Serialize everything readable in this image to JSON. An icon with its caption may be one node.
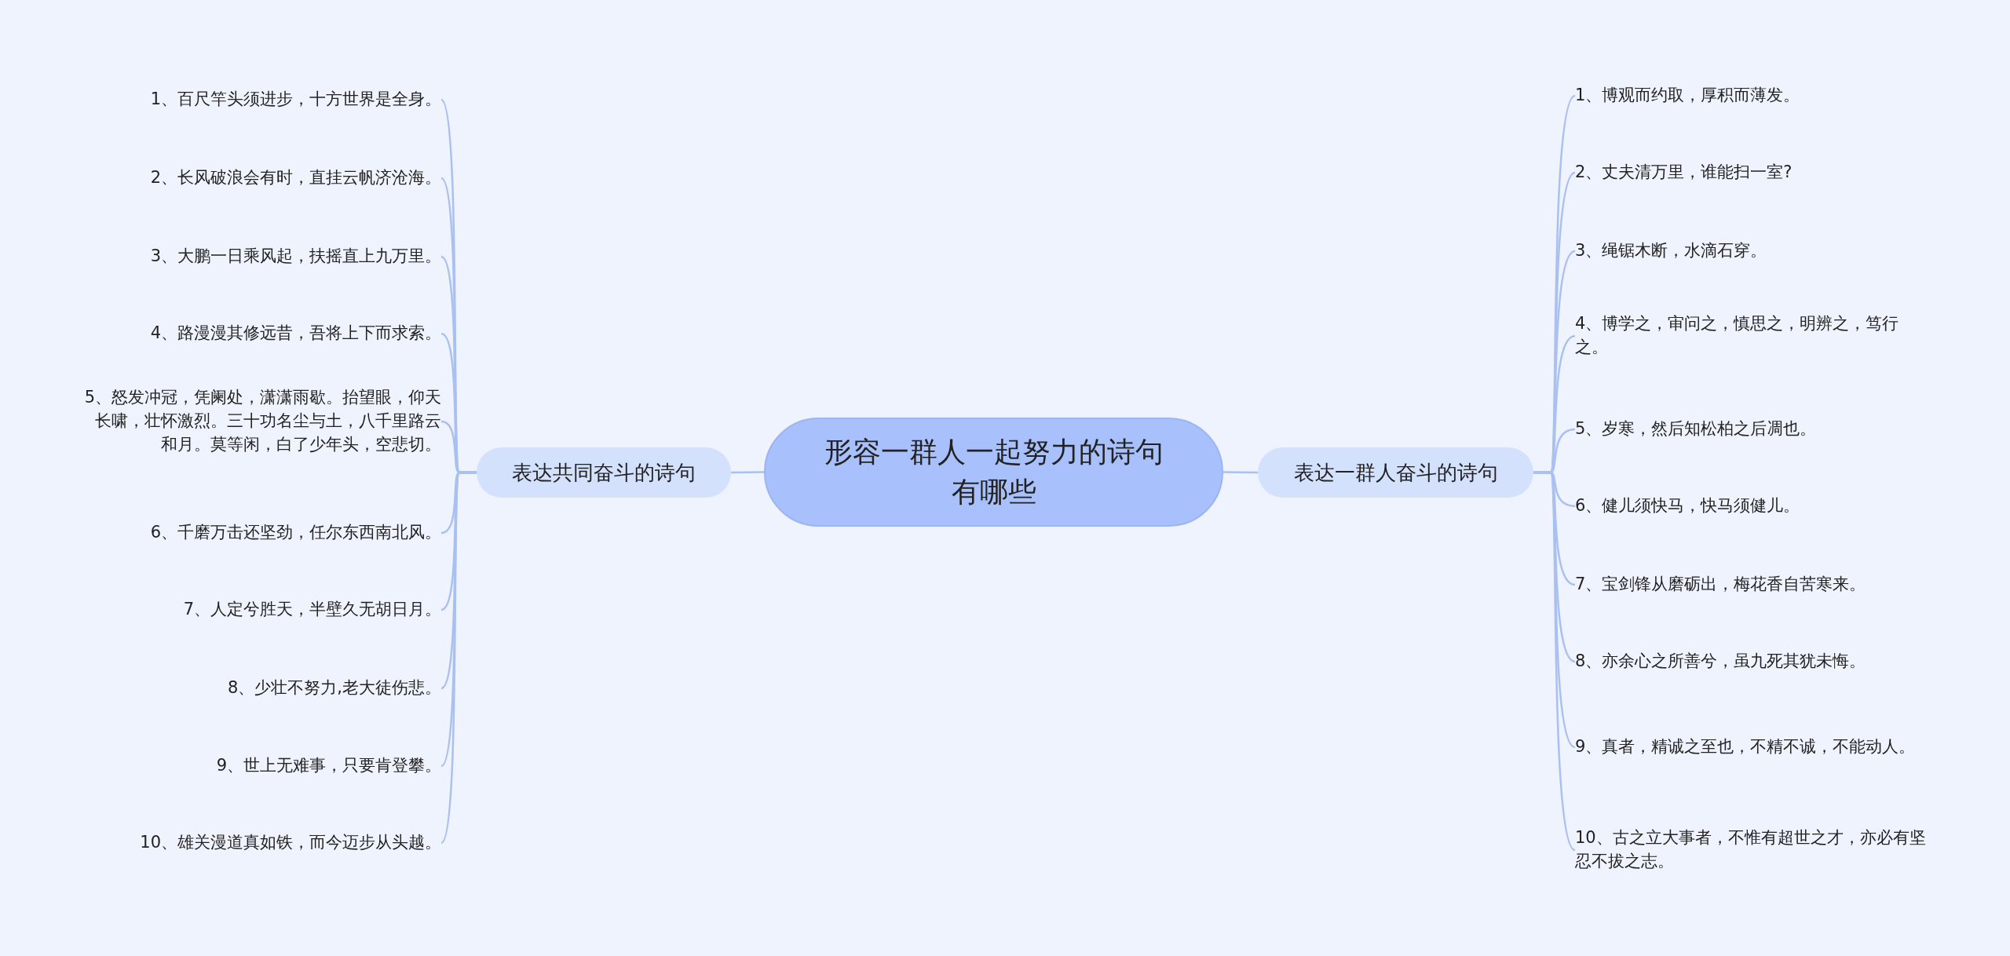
{
  "diagram": {
    "nodes": [
      {
        "text": [
          "形容一群人一起努力的诗句有哪些"
        ]
      },
      {
        "text": [
          "表达共同奋斗的诗句"
        ]
      },
      {
        "text": [
          "1、百尺竿头须进步，十方世界是全身。"
        ]
      },
      {
        "text": [
          "2、长风破浪会有时，直挂云帆济沧海。"
        ]
      },
      {
        "text": [
          "3、大鹏一日乘风起，扶摇直上九万里。"
        ]
      },
      {
        "text": [
          "4、路漫漫其修远昔，吾将上下而求索。"
        ]
      },
      {
        "text": [
          "5、怒发冲冠，凭阑处，潇潇雨歇。抬望眼，仰天长啸，壮怀激烈。三十功名尘与土，八千里路云和月。莫等闲，白了少年头，空悲切。"
        ]
      },
      {
        "text": [
          "6、千磨万击还坚劲，任尔东西南北风。"
        ]
      },
      {
        "text": [
          "7、人定兮胜天，半壁久无胡日月。"
        ]
      },
      {
        "text": [
          "8、少壮不努力,老大徒伤悲。"
        ]
      },
      {
        "text": [
          "9、世上无难事，只要肯登攀。"
        ]
      },
      {
        "text": [
          "10、雄关漫道真如铁，而今迈步从头越。"
        ]
      },
      {
        "text": [
          "表达一群人奋斗的诗句"
        ]
      },
      {
        "text": [
          "1、博观而约取，厚积而薄发。"
        ]
      },
      {
        "text": [
          "2、丈夫清万里，谁能扫一室?"
        ]
      },
      {
        "text": [
          "3、绳锯木断，水滴石穿。"
        ]
      },
      {
        "text": [
          "4、博学之，审问之，慎思之，明辨之，笃行之。"
        ]
      },
      {
        "text": [
          "5、岁寒，然后知松柏之后凋也。"
        ]
      },
      {
        "text": [
          "6、健儿须快马，快马须健儿。"
        ]
      },
      {
        "text": [
          "7、宝剑锋从磨砺出，梅花香自苦寒来。"
        ]
      },
      {
        "text": [
          "8、亦余心之所善兮，虽九死其犹未悔。"
        ]
      },
      {
        "text": [
          "9、真者，精诚之至也，不精不诚，不能动人。"
        ]
      },
      {
        "text": [
          "10、古之立大事者，不惟有超世之才，亦必有坚忍不拔之志。"
        ]
      }
    ],
    "edges": [
      {
        "from": 0,
        "to": 1,
        "arrow": "none"
      },
      {
        "from": 1,
        "to": 2,
        "arrow": "none"
      },
      {
        "from": 1,
        "to": 3,
        "arrow": "none"
      },
      {
        "from": 1,
        "to": 4,
        "arrow": "none"
      },
      {
        "from": 1,
        "to": 5,
        "arrow": "none"
      },
      {
        "from": 1,
        "to": 6,
        "arrow": "none"
      },
      {
        "from": 1,
        "to": 7,
        "arrow": "none"
      },
      {
        "from": 1,
        "to": 8,
        "arrow": "none"
      },
      {
        "from": 1,
        "to": 9,
        "arrow": "none"
      },
      {
        "from": 1,
        "to": 10,
        "arrow": "none"
      },
      {
        "from": 1,
        "to": 11,
        "arrow": "none"
      },
      {
        "from": 0,
        "to": 12,
        "arrow": "none"
      },
      {
        "from": 12,
        "to": 13,
        "arrow": "none"
      },
      {
        "from": 12,
        "to": 14,
        "arrow": "none"
      },
      {
        "from": 12,
        "to": 15,
        "arrow": "none"
      },
      {
        "from": 12,
        "to": 16,
        "arrow": "none"
      },
      {
        "from": 12,
        "to": 17,
        "arrow": "none"
      },
      {
        "from": 12,
        "to": 18,
        "arrow": "none"
      },
      {
        "from": 12,
        "to": 19,
        "arrow": "none"
      },
      {
        "from": 12,
        "to": 20,
        "arrow": "none"
      },
      {
        "from": 12,
        "to": 21,
        "arrow": "none"
      },
      {
        "from": 12,
        "to": 22,
        "arrow": "none"
      }
    ]
  }
}
